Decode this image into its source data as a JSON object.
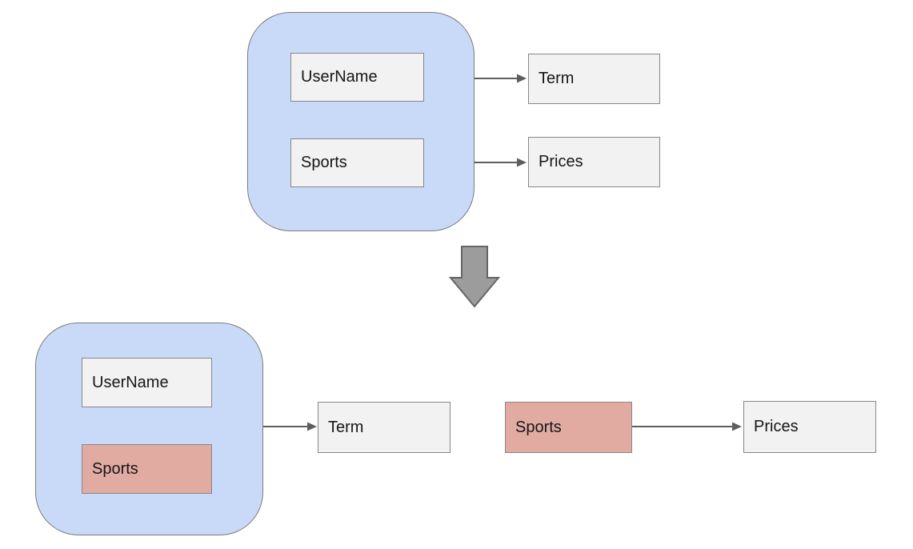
{
  "diagram": {
    "description_colors": {
      "container_fill": "#c9daf8",
      "container_border": "#7a7a7a",
      "box_fill": "#f2f2f2",
      "box_border": "#878787",
      "highlight_fill": "#e1aba2",
      "connector": "#5e5e5e",
      "block_arrow_fill": "#9c9c9c",
      "block_arrow_border": "#666666"
    },
    "before": {
      "container_fields": [
        {
          "label": "UserName"
        },
        {
          "label": "Sports"
        }
      ],
      "term_label": "Term",
      "prices_label": "Prices"
    },
    "transform": {
      "icon": "block-down-arrow"
    },
    "after": {
      "container_fields": [
        {
          "label": "UserName"
        },
        {
          "label": "Sports"
        }
      ],
      "term_label": "Term",
      "standalone_sports_label": "Sports",
      "prices_label": "Prices"
    }
  }
}
